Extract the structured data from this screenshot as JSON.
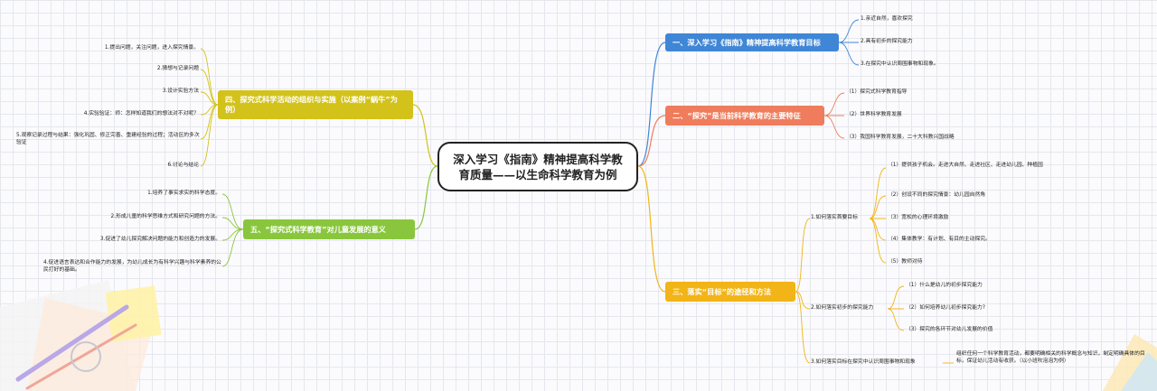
{
  "central": "深入学习《指南》精神提高科学教育质量——以生命科学教育为例",
  "branches": {
    "b1": {
      "label": "一、深入学习《指南》精神提高科学教育目标",
      "items": [
        "1.亲近自然，喜欢探究",
        "2.具有初步的探究能力",
        "3.在探究中认识周围事物和现象。"
      ]
    },
    "b2": {
      "label": "二、“探究”是当前科学教育的主要特征",
      "items": [
        "（1）探究式科学教育指导",
        "（2）世界科学教育发展",
        "（3）我国科学教育发展，二十大科教兴国战略"
      ]
    },
    "b3": {
      "label": "三、落实“目标”的途径和方法",
      "sub1": {
        "label": "1.如何落实首要目标",
        "items": [
          "（1）提供孩子机会。走进大自然、走进社区、走进幼儿园、种植园",
          "（2）创设不同的探究情景：幼儿园自然角",
          "（3）宽松的心理环境激励",
          "（4）集体教学：有计划、有目的主动探究。",
          "（5）教师对待"
        ]
      },
      "sub2": {
        "label": "2.如何落实初步的探究能力",
        "items": [
          "（1）什么是幼儿的初步探究能力",
          "（2）如何培养幼儿初步探究能力?",
          "（3）探究的各环节对幼儿发展的价值"
        ]
      },
      "sub3": {
        "label": "3.如何落实目标在探究中认识周围事物和现象",
        "note": "组织任何一个科学教育活动，都要明确相关的科学概念与知识，制定明确具体的目标，保证幼儿活动有收获。（以小班吹泡泡为例）"
      }
    },
    "b4": {
      "label": "四、探究式科学活动的组织与实施（以案例“蜗牛”为例）",
      "items": [
        "1.提出问题，关注问题，进入探究情景。",
        "2.猜想与记录问题",
        "3.设计实验方法",
        "4.实验验证：师：怎样知道我们的想法对不对呢？",
        "5.观察记录过程与结果：强化巩固、修正完善、重建经验的过程；活动区的多次验证",
        "6.讨论与结论"
      ]
    },
    "b5": {
      "label": "五、“探究式科学教育”对儿童发展的意义",
      "items": [
        "1.培养了事实求实的科学态度。",
        "2.形成儿童的科学思维方式和研究问题的方法。",
        "3.促进了幼儿探究解决问题的能力和创造力的发展。",
        "4.促进语言表达和合作能力的发展，为幼儿成长为有科学兴趣与科学素养的公民打好的基础。"
      ]
    }
  },
  "colors": {
    "b1": "#3f86d6",
    "b2": "#ef7c5c",
    "b3": "#f2b417",
    "b4": "#d2c21a",
    "b5": "#89c63e"
  }
}
